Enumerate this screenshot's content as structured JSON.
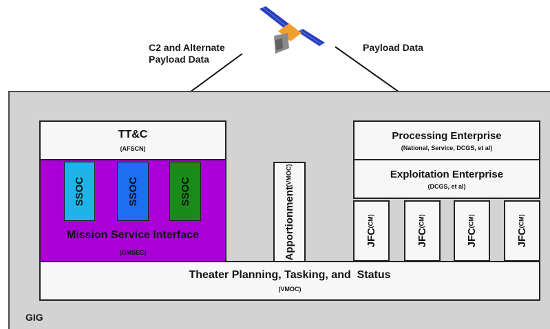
{
  "labels": {
    "left_arrow": [
      "C2 and Alternate",
      "Payload Data"
    ],
    "right_arrow": "Payload Data"
  },
  "ttc": {
    "title": "TT&C",
    "sub": "(AFSCN)"
  },
  "ssoc": [
    "SSOC",
    "SSOC",
    "SSOC"
  ],
  "msi": {
    "title": "Mission Service Interface",
    "sub": "(GMSEC)"
  },
  "apportionment": {
    "title": "Apportionment",
    "sub": "(VMOC)"
  },
  "processing": {
    "title": "Processing Enterprise",
    "sub": "(National, Service, DCGS, et al)"
  },
  "exploitation": {
    "title": "Exploitation Enterprise",
    "sub": "(DCGS, et al)"
  },
  "jfc": [
    {
      "title": "JFC",
      "sub": "(CM)"
    },
    {
      "title": "JFC",
      "sub": "(CM)"
    },
    {
      "title": "JFC",
      "sub": "(CM)"
    },
    {
      "title": "JFC",
      "sub": "(CM)"
    }
  ],
  "theater": {
    "title": "Theater Planning, Tasking, and  Status",
    "sub": "(VMOC)"
  },
  "gig": "GIG",
  "colors": {
    "msi": "#aa00d8",
    "ssoc": [
      "#1fb4e8",
      "#1e6ef0",
      "#1a8a1a"
    ],
    "gig": "#d3d3d3"
  }
}
